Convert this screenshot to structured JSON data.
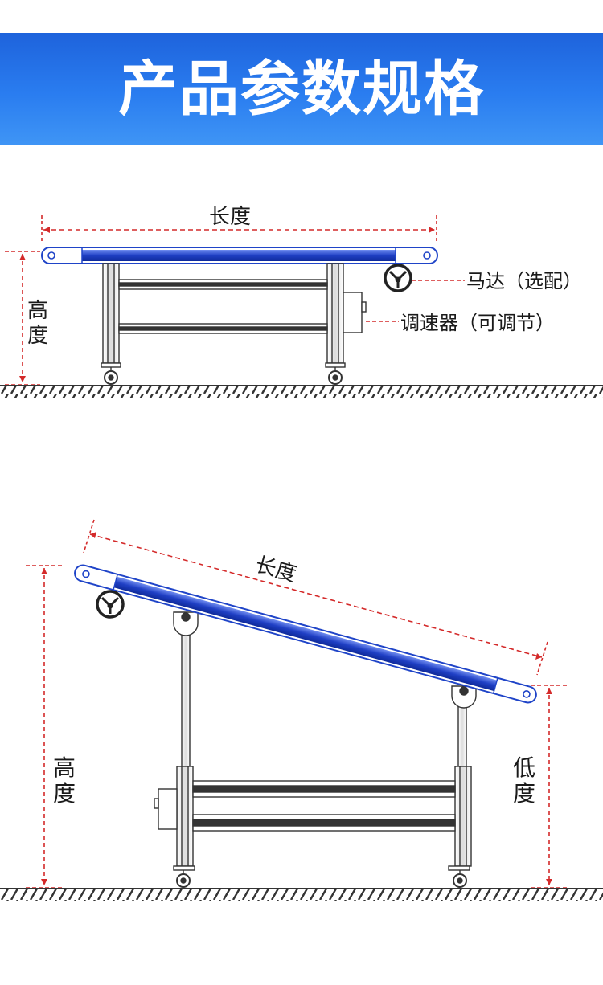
{
  "header": {
    "title": "产品参数规格"
  },
  "diagram_flat": {
    "length_label": "长度",
    "height_label": [
      "高",
      "度"
    ],
    "motor_label": "马达（选配）",
    "speed_label": "调速器（可调节）"
  },
  "diagram_incline": {
    "length_label": "长度",
    "height_label": [
      "高",
      "度"
    ],
    "low_label": [
      "低",
      "度"
    ]
  },
  "colors": {
    "belt_blue": "#1f44c8",
    "dimension_red": "#d42a2a",
    "banner_blue": "#2a7df0"
  }
}
